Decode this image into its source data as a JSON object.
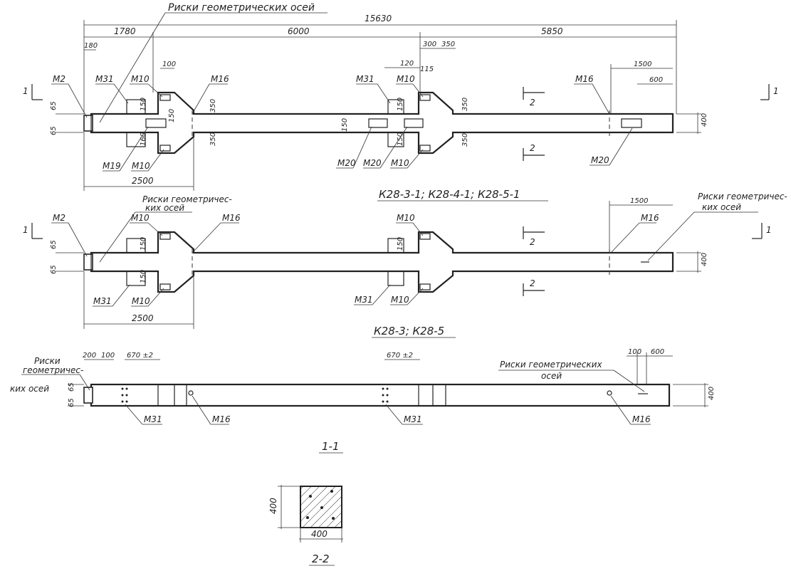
{
  "elevation1": {
    "title": "К28-3-1; К28-4-1; К28-5-1",
    "dims": {
      "total": "15630",
      "d1780": "1780",
      "d6000": "6000",
      "d5850": "5850",
      "d180": "180",
      "d100": "100",
      "d300": "300",
      "d350top": "350",
      "d120": "120",
      "d115": "115",
      "d1500": "1500",
      "d600": "600",
      "d2500": "2500",
      "d65a": "65",
      "d65b": "65",
      "d150a": "150",
      "d150b": "150",
      "d150c": "150",
      "d150d": "150",
      "d150e": "150",
      "d160": "160",
      "d350a": "350",
      "d350b": "350",
      "d350c": "350",
      "d350d": "350",
      "d400": "400"
    },
    "labels": {
      "marks_title": "Риски геометрических осей",
      "M2": "М2",
      "M31": "М31",
      "M10a": "М10",
      "M16a": "М16",
      "M31b": "М31",
      "M10b": "М10",
      "M16b": "М16",
      "M19": "М19",
      "M10c": "М10",
      "M20a": "М20",
      "M20b": "М20",
      "M10d": "М10",
      "M20c": "М20"
    },
    "section_mark": "1",
    "section2": "2"
  },
  "elevation2": {
    "title": "К28-3; К28-5",
    "labels": {
      "marks_left_1": "Риски геометричес-",
      "marks_left_2": "ких осей",
      "marks_right_1": "Риски геометричес-",
      "marks_right_2": "ких осей",
      "M2": "М2",
      "M10a": "М10",
      "M16a": "М16",
      "M10b": "М10",
      "M16b": "М16",
      "M31a": "М31",
      "M10c": "М10",
      "M31b": "М31",
      "M10d": "М10"
    },
    "dims": {
      "d1500": "1500",
      "d2500": "2500",
      "d65a": "65",
      "d65b": "65",
      "d150a": "150",
      "d150b": "150",
      "d150c": "150",
      "d400": "400"
    },
    "section_mark": "1",
    "section2": "2"
  },
  "plan": {
    "labels": {
      "marks_left_1": "Риски",
      "marks_left_2": "геометричес-",
      "marks_left_3": "ких осей",
      "marks_right_1": "Риски геометрических",
      "marks_right_2": "осей",
      "M31a": "М31",
      "M16a": "М16",
      "M31b": "М31",
      "M16b": "М16"
    },
    "dims": {
      "d200": "200",
      "d100a": "100",
      "d670a": "670 ±2",
      "d670b": "670 ±2",
      "d100b": "100",
      "d600": "600",
      "d65a": "65",
      "d65b": "65",
      "d400": "400"
    },
    "section_title": "1-1"
  },
  "section": {
    "dim_h": "400",
    "dim_v": "400",
    "title": "2-2"
  }
}
